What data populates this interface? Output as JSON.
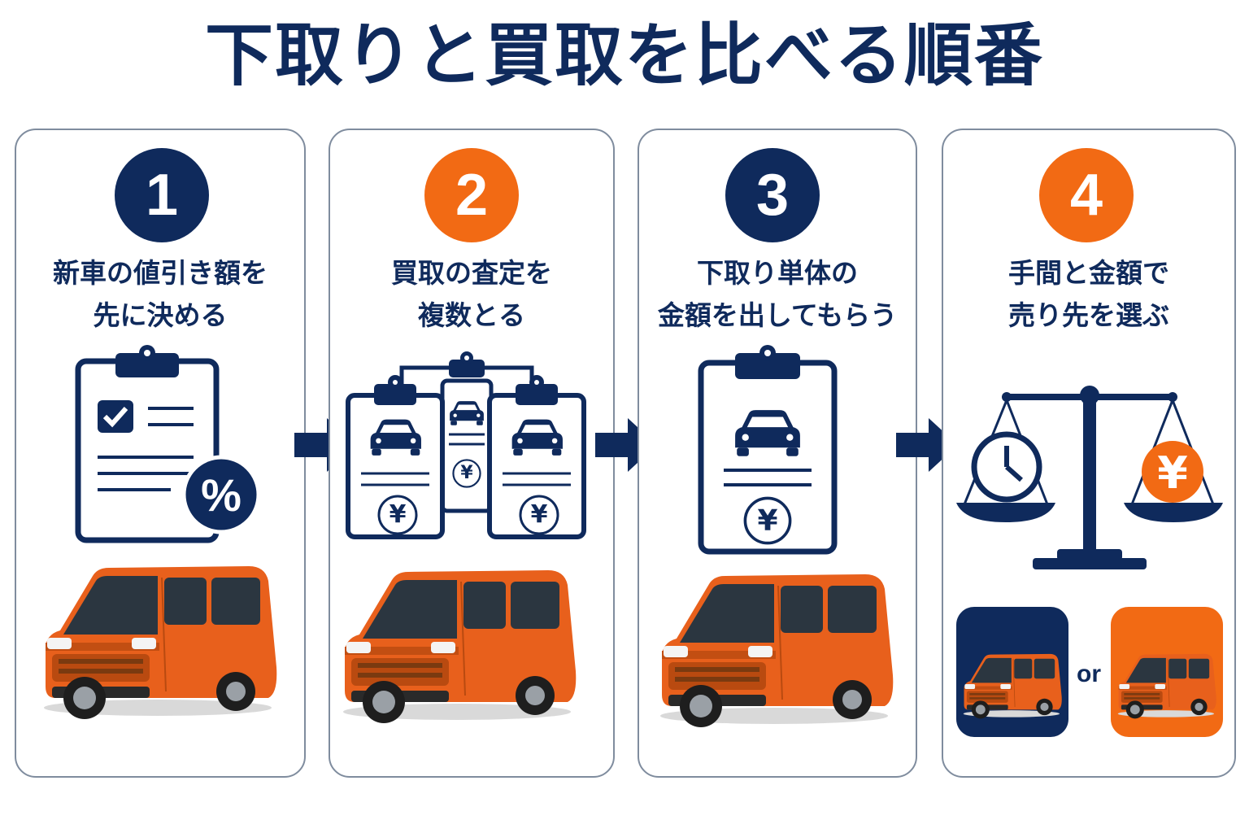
{
  "title": "下取りと買取を比べる順番",
  "steps": [
    {
      "number": "1",
      "line1": "新車の値引き額を",
      "line2": "先に決める",
      "badge_color": "#0f2a5c"
    },
    {
      "number": "2",
      "line1": "買取の査定を",
      "line2": "複数とる",
      "badge_color": "#f26a14"
    },
    {
      "number": "3",
      "line1": "下取り単体の",
      "line2": "金額を出してもらう",
      "badge_color": "#0f2a5c"
    },
    {
      "number": "4",
      "line1": "手間と金額で",
      "line2": "売り先を選ぶ",
      "badge_color": "#f26a14"
    }
  ],
  "icons": {
    "percent": "%",
    "yen": "¥",
    "or_label": "or"
  },
  "colors": {
    "navy": "#0f2a5c",
    "orange": "#f26a14",
    "border": "#7f8c9e"
  }
}
